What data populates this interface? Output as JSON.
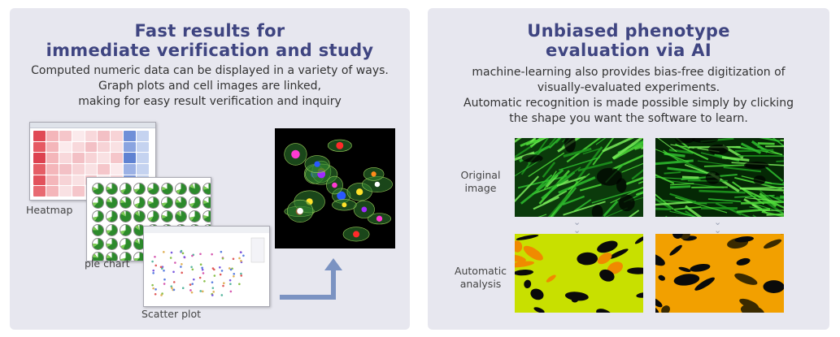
{
  "left": {
    "title_line1": "Fast results for",
    "title_line2": "immediate verification and study",
    "desc_line1": "Computed numeric data can be displayed in a variety of ways.",
    "desc_line2": "Graph plots and cell images are linked,",
    "desc_line3": "making for easy result verification and inquiry",
    "heatmap_label": "Heatmap",
    "pie_label": "ple chart",
    "scatter_label": "Scatter plot"
  },
  "right": {
    "title_line1": "Unbiased phenotype",
    "title_line2": "evaluation via AI",
    "desc_line1": "machine-learning also provides bias-free digitization of",
    "desc_line2": "visually-evaluated experiments.",
    "desc_line3": "Automatic recognition is made possible simply by clicking",
    "desc_line4": "the shape you want the software to learn.",
    "original_line1": "Original",
    "original_line2": "image",
    "analysis_line1": "Automatic",
    "analysis_line2": "analysis"
  },
  "colors": {
    "panel_bg": "#e7e7ef",
    "title": "#3f4581",
    "arrow": "#7b93c2",
    "fluor_green": "#2fbf2f",
    "analysis_yellow": "#c8e000",
    "analysis_orange": "#f2a000"
  },
  "icons": {
    "flow_arrow": "arrow-up-icon",
    "down_chevrons": "double-chevron-down-icon"
  }
}
